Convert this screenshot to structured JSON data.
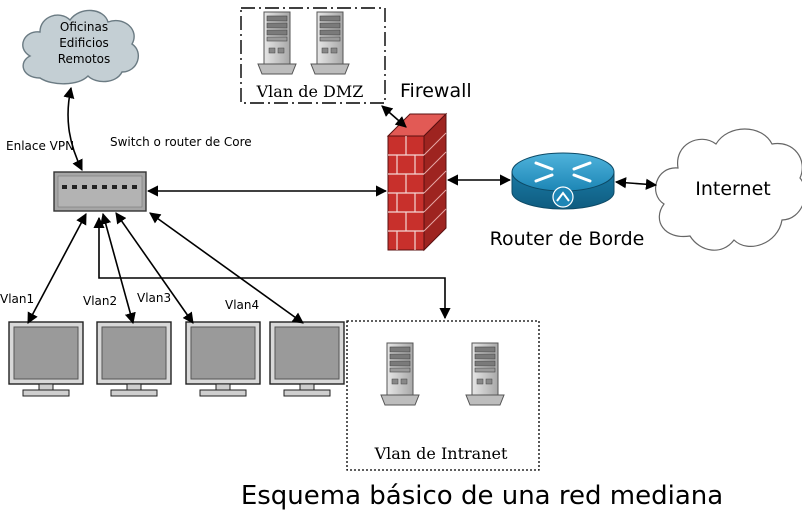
{
  "colors": {
    "firewall_brick": "#c8302c",
    "router_blue": "#1a8ab8",
    "cloud_remote": "#c4cfd4",
    "monitor_gray": "#9a9a9a"
  },
  "remote_offices": {
    "line1": "Oficinas",
    "line2": "Edificios",
    "line3": "Remotos",
    "icon": "cloud-icon"
  },
  "labels": {
    "vpn_link": "Enlace VPN",
    "core_switch": "Switch o router de Core",
    "dmz": "Vlan de DMZ",
    "firewall": "Firewall",
    "edge_router": "Router de Borde",
    "internet": "Internet",
    "intranet": "Vlan de Intranet",
    "title": "Esquema básico de una red mediana"
  },
  "vlans": [
    {
      "label": "Vlan1"
    },
    {
      "label": "Vlan2"
    },
    {
      "label": "Vlan3"
    },
    {
      "label": "Vlan4"
    }
  ]
}
